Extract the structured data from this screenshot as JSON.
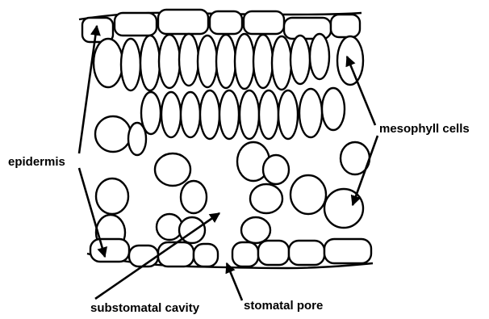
{
  "diagram": {
    "labels": {
      "mesophyll": "mesophyll cells",
      "epidermis": "epidermis",
      "substomatal": "substomatal cavity",
      "pore": "stomatal pore"
    }
  }
}
